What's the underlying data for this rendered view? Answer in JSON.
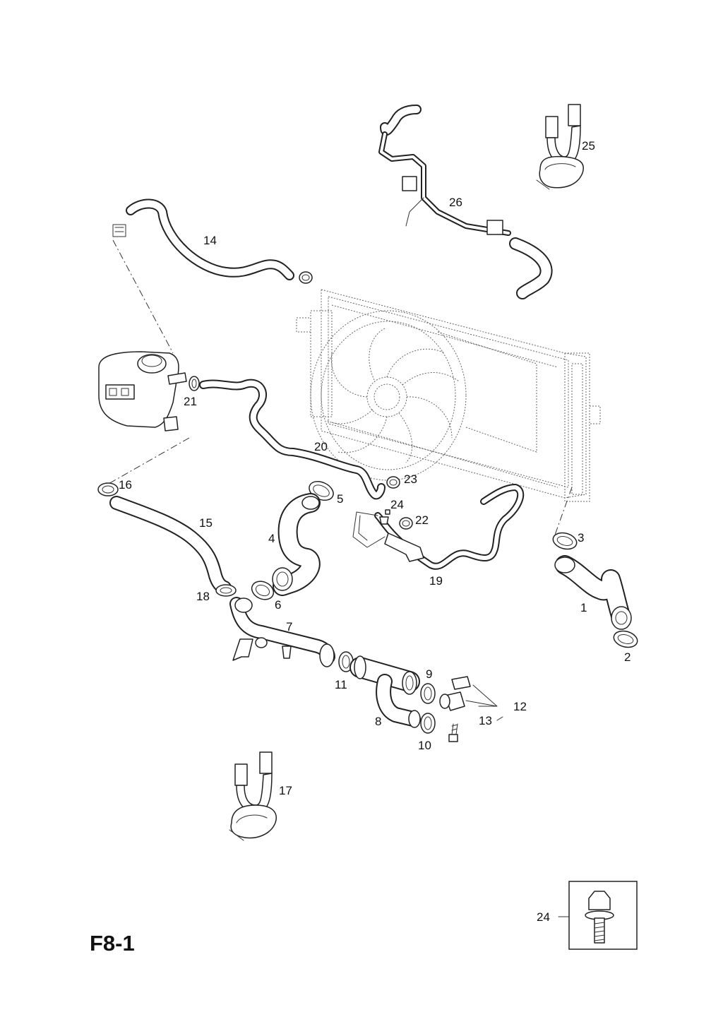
{
  "page_code": "F8-1",
  "callouts": {
    "c1": "1",
    "c2": "2",
    "c3": "3",
    "c4": "4",
    "c5": "5",
    "c6": "6",
    "c7": "7",
    "c8": "8",
    "c9": "9",
    "c10": "10",
    "c11": "11",
    "c12": "12",
    "c13": "13",
    "c14": "14",
    "c15": "15",
    "c16": "16",
    "c17": "17",
    "c18": "18",
    "c19": "19",
    "c20": "20",
    "c21": "21",
    "c22": "22",
    "c23": "23",
    "c24a": "24",
    "c24b": "24",
    "c25": "25",
    "c26": "26"
  }
}
